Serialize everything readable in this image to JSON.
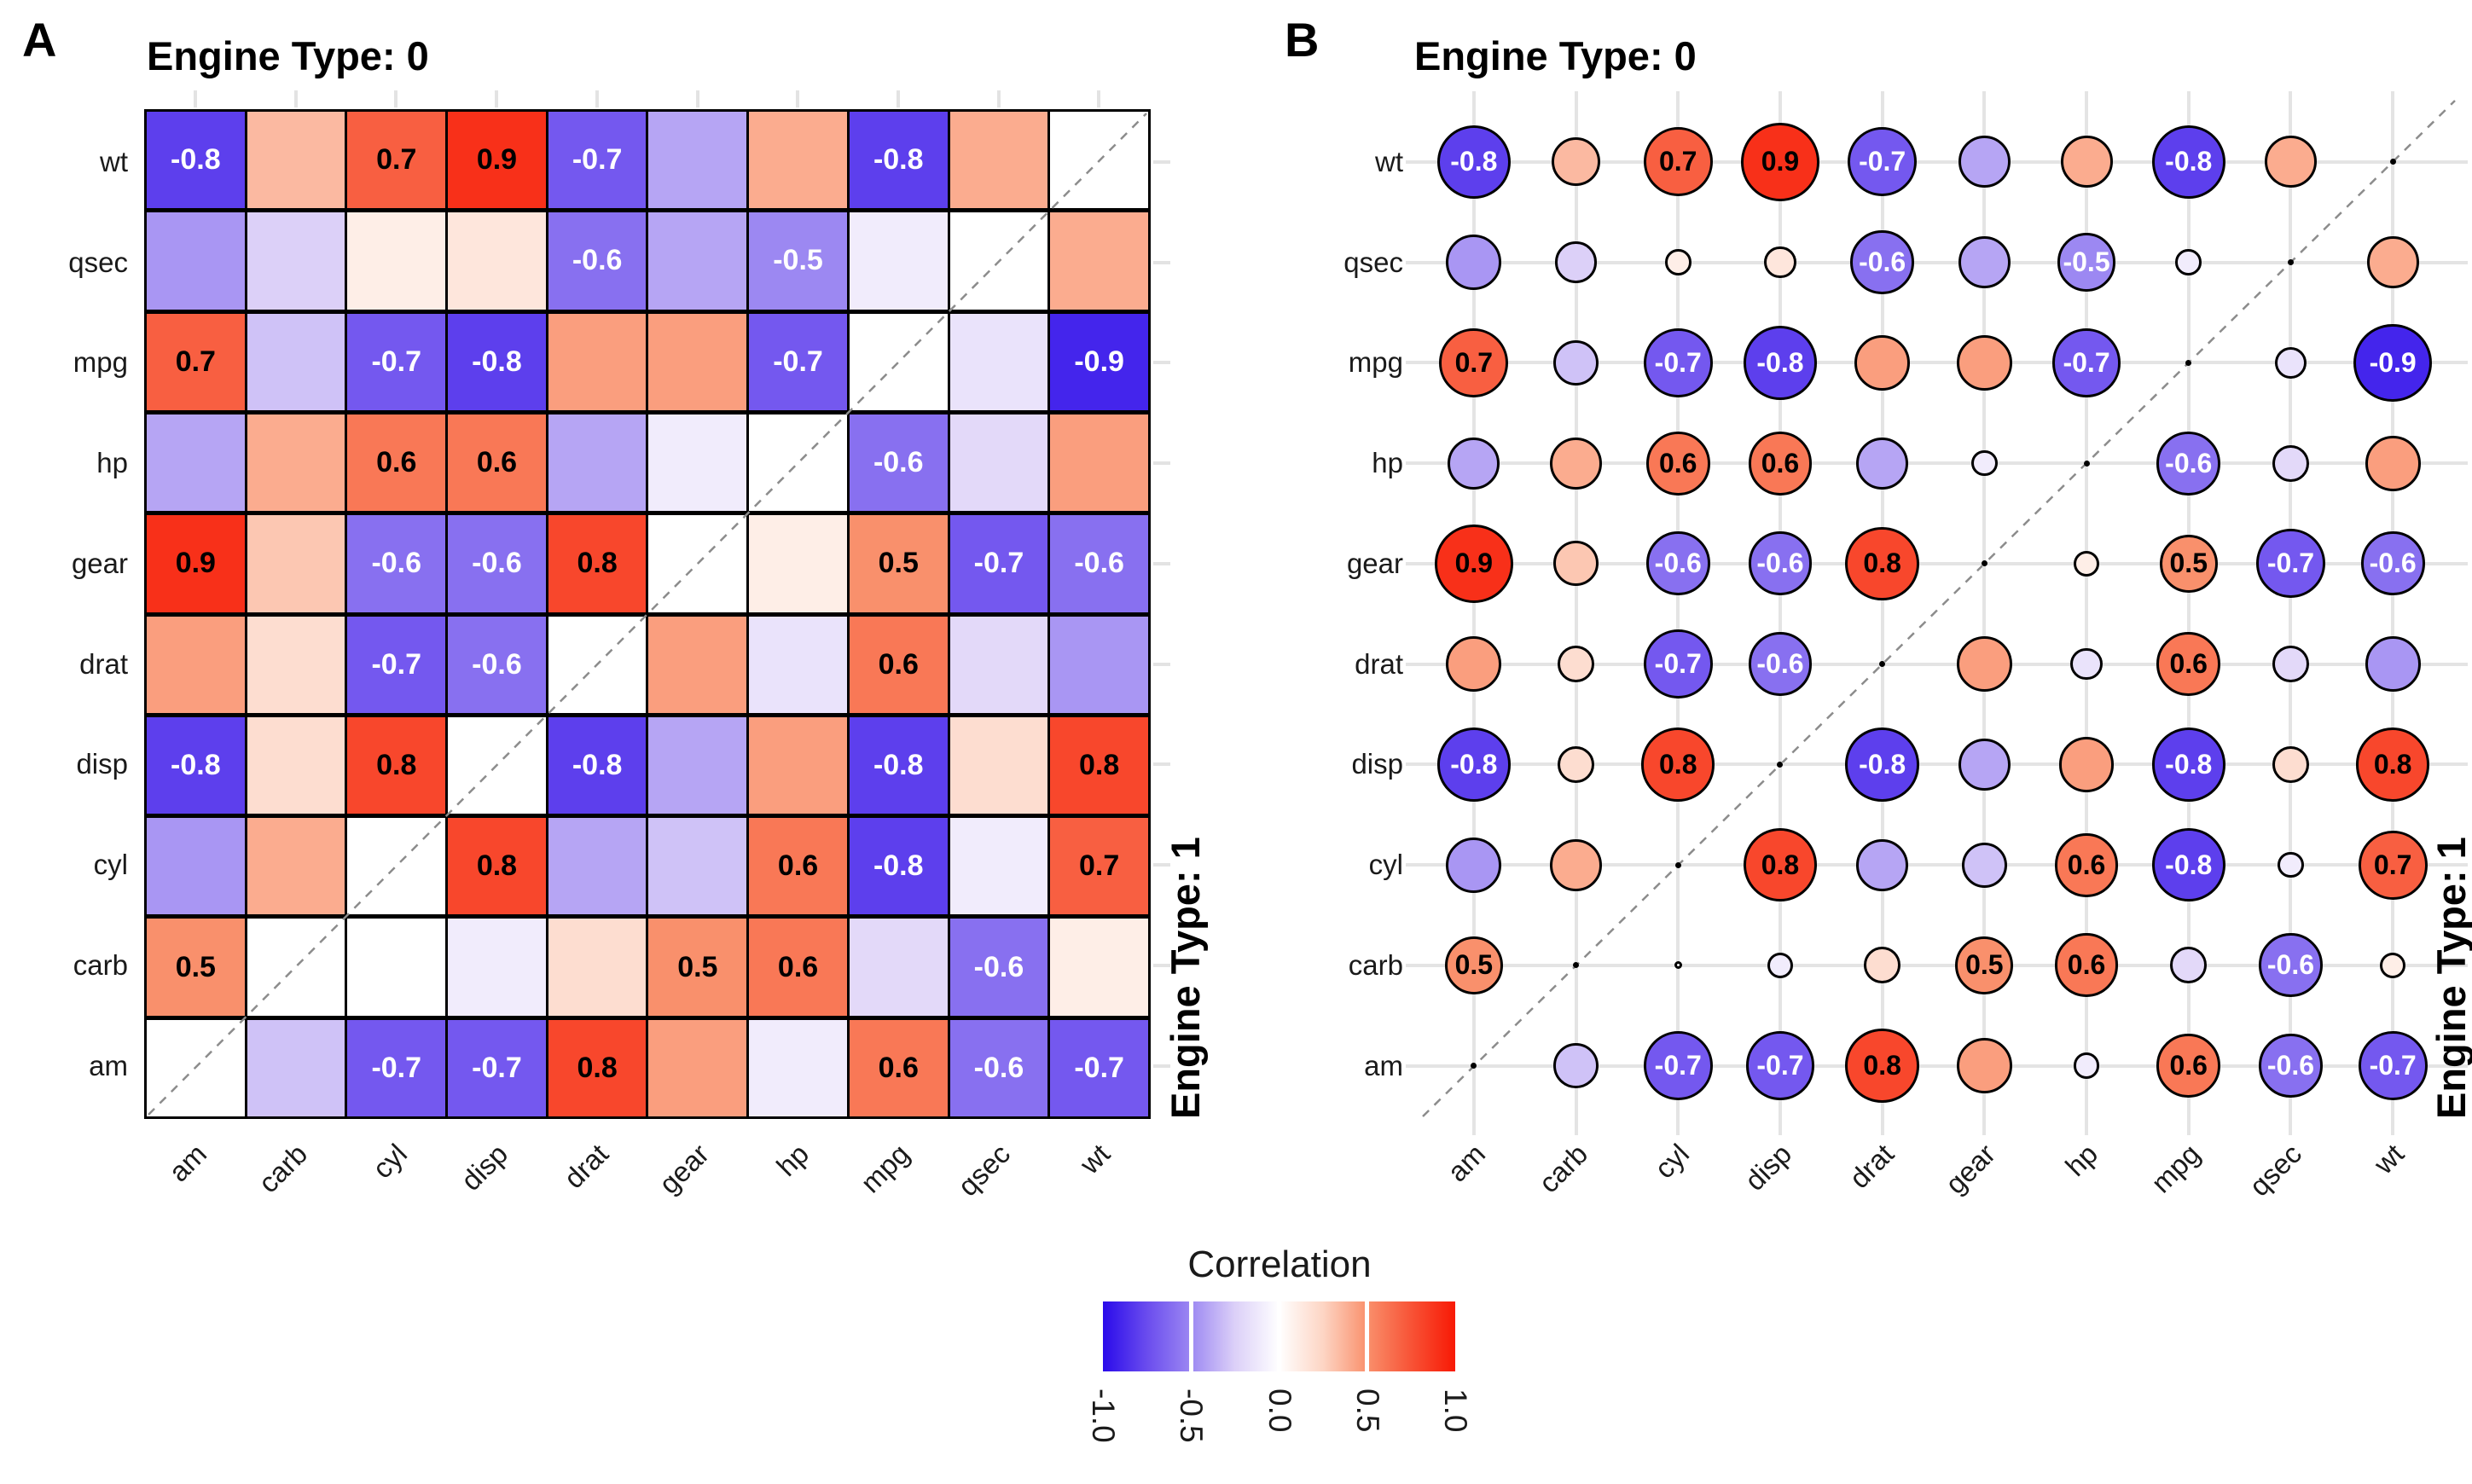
{
  "panels": {
    "a": {
      "label": "A",
      "top_facet": "Engine Type: 0",
      "right_facet": "Engine Type: 1",
      "style": "square"
    },
    "b": {
      "label": "B",
      "top_facet": "Engine Type: 0",
      "right_facet": "Engine Type: 1",
      "style": "circle"
    }
  },
  "legend": {
    "title": "Correlation",
    "tick_labels": [
      "-1.0",
      "-0.5",
      "0.0",
      "0.5",
      "1.0"
    ]
  },
  "chart_data": {
    "type": "heatmap",
    "subtype": "correlation matrix; panel A = colored squares, panel B = circles sized by |r|",
    "facets": {
      "upper_left_triangle": "Engine Type: 0",
      "lower_right_triangle": "Engine Type: 1"
    },
    "x_categories": [
      "am",
      "carb",
      "cyl",
      "disp",
      "drat",
      "gear",
      "hp",
      "mpg",
      "qsec",
      "wt"
    ],
    "y_categories": [
      "wt",
      "qsec",
      "mpg",
      "hp",
      "gear",
      "drat",
      "disp",
      "cyl",
      "carb",
      "am"
    ],
    "matrix": [
      [
        -0.8,
        0.35,
        0.7,
        0.9,
        -0.7,
        -0.4,
        0.4,
        -0.8,
        0.4,
        null
      ],
      [
        -0.45,
        -0.25,
        0.1,
        0.15,
        -0.6,
        -0.4,
        -0.5,
        -0.1,
        null,
        0.4
      ],
      [
        0.7,
        -0.3,
        -0.7,
        -0.8,
        0.45,
        0.45,
        -0.7,
        null,
        -0.15,
        -0.9
      ],
      [
        -0.4,
        0.4,
        0.6,
        0.6,
        -0.4,
        -0.1,
        null,
        -0.6,
        -0.2,
        0.45
      ],
      [
        0.9,
        0.3,
        -0.6,
        -0.6,
        0.8,
        null,
        0.1,
        0.5,
        -0.7,
        -0.6
      ],
      [
        0.45,
        0.2,
        -0.7,
        -0.6,
        null,
        0.45,
        -0.15,
        0.6,
        -0.2,
        -0.45
      ],
      [
        -0.8,
        0.2,
        0.8,
        null,
        -0.8,
        -0.4,
        0.45,
        -0.8,
        0.2,
        0.8
      ],
      [
        -0.45,
        0.4,
        null,
        0.8,
        -0.4,
        -0.3,
        0.6,
        -0.8,
        -0.1,
        0.7
      ],
      [
        0.5,
        null,
        0.0,
        -0.1,
        0.2,
        0.5,
        0.6,
        -0.2,
        -0.6,
        0.1
      ],
      [
        null,
        -0.3,
        -0.7,
        -0.7,
        0.8,
        0.45,
        -0.1,
        0.6,
        -0.6,
        -0.7
      ]
    ],
    "diagonal": "null = diagonal (variable vs itself), drawn white with dashed line",
    "label_threshold": 0.5,
    "legend": {
      "title": "Correlation",
      "ticks": [
        -1.0,
        -0.5,
        0.0,
        0.5,
        1.0
      ],
      "range": [
        -1,
        1
      ]
    },
    "color_stops": [
      {
        "v": -1.0,
        "c": "#2A0BEA"
      },
      {
        "v": -0.75,
        "c": "#6A4CEE"
      },
      {
        "v": -0.5,
        "c": "#9C88F2"
      },
      {
        "v": -0.25,
        "c": "#DCD0F8"
      },
      {
        "v": 0.0,
        "c": "#FFFFFF"
      },
      {
        "v": 0.25,
        "c": "#FDD5C4"
      },
      {
        "v": 0.5,
        "c": "#F9906C"
      },
      {
        "v": 0.75,
        "c": "#F85336"
      },
      {
        "v": 1.0,
        "c": "#F81905"
      }
    ],
    "text_colors": {
      "negative_label": "#FFFFFF",
      "positive_label": "#000000"
    },
    "grid_color": "#e4e4e4",
    "dashed_diagonal_color": "#8c8c8c"
  }
}
